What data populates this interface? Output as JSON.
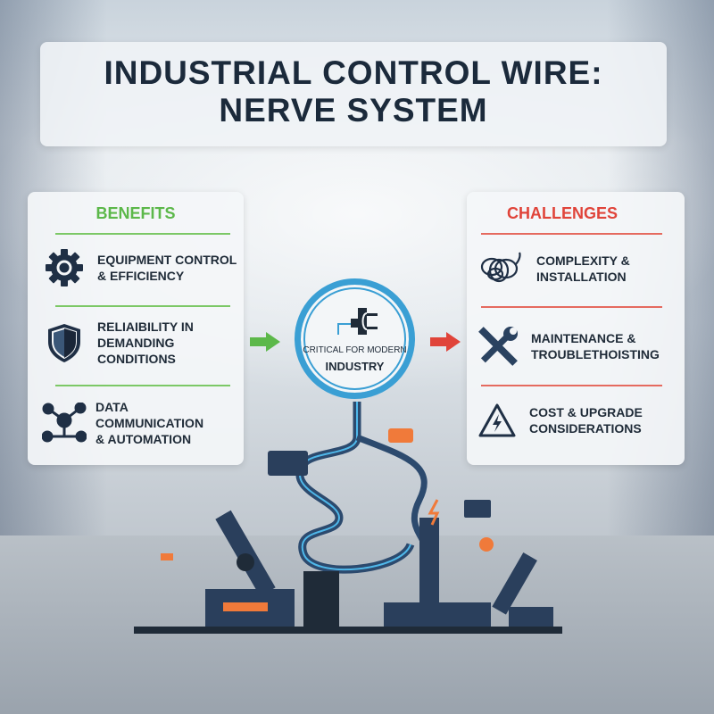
{
  "title": {
    "line1": "INDUSTRIAL CONTROL WIRE:",
    "line2": "NERVE SYSTEM"
  },
  "benefits": {
    "heading": "BENEFITS",
    "color": "#5cb84a",
    "items": [
      {
        "icon": "gear-icon",
        "label": "EQUIPMENT CONTROL\n& EFFICIENCY"
      },
      {
        "icon": "shield-icon",
        "label": "RELIAIBILITY IN\nDEMANDING\nCONDITIONS"
      },
      {
        "icon": "network-icon",
        "label": "DATA\nCOMMUNICATION\n& AUTOMATION"
      }
    ]
  },
  "challenges": {
    "heading": "CHALLENGES",
    "color": "#e0443a",
    "items": [
      {
        "icon": "tangled-wire-icon",
        "label": "COMPLEXITY &\nINSTALLATION"
      },
      {
        "icon": "tools-icon",
        "label": "MAINTENANCE &\nTROUBLETHOISTING"
      },
      {
        "icon": "warning-icon",
        "label": "COST & UPGRADE\nCONSIDERATIONS"
      }
    ]
  },
  "hub": {
    "icon": "plug-icon",
    "line1": "CRITICAL FOR MODERN",
    "line2": "INDUSTRY",
    "color": "#3a9fd4"
  },
  "colors": {
    "dark": "#1f2b38",
    "accent_orange": "#f07a3a"
  }
}
